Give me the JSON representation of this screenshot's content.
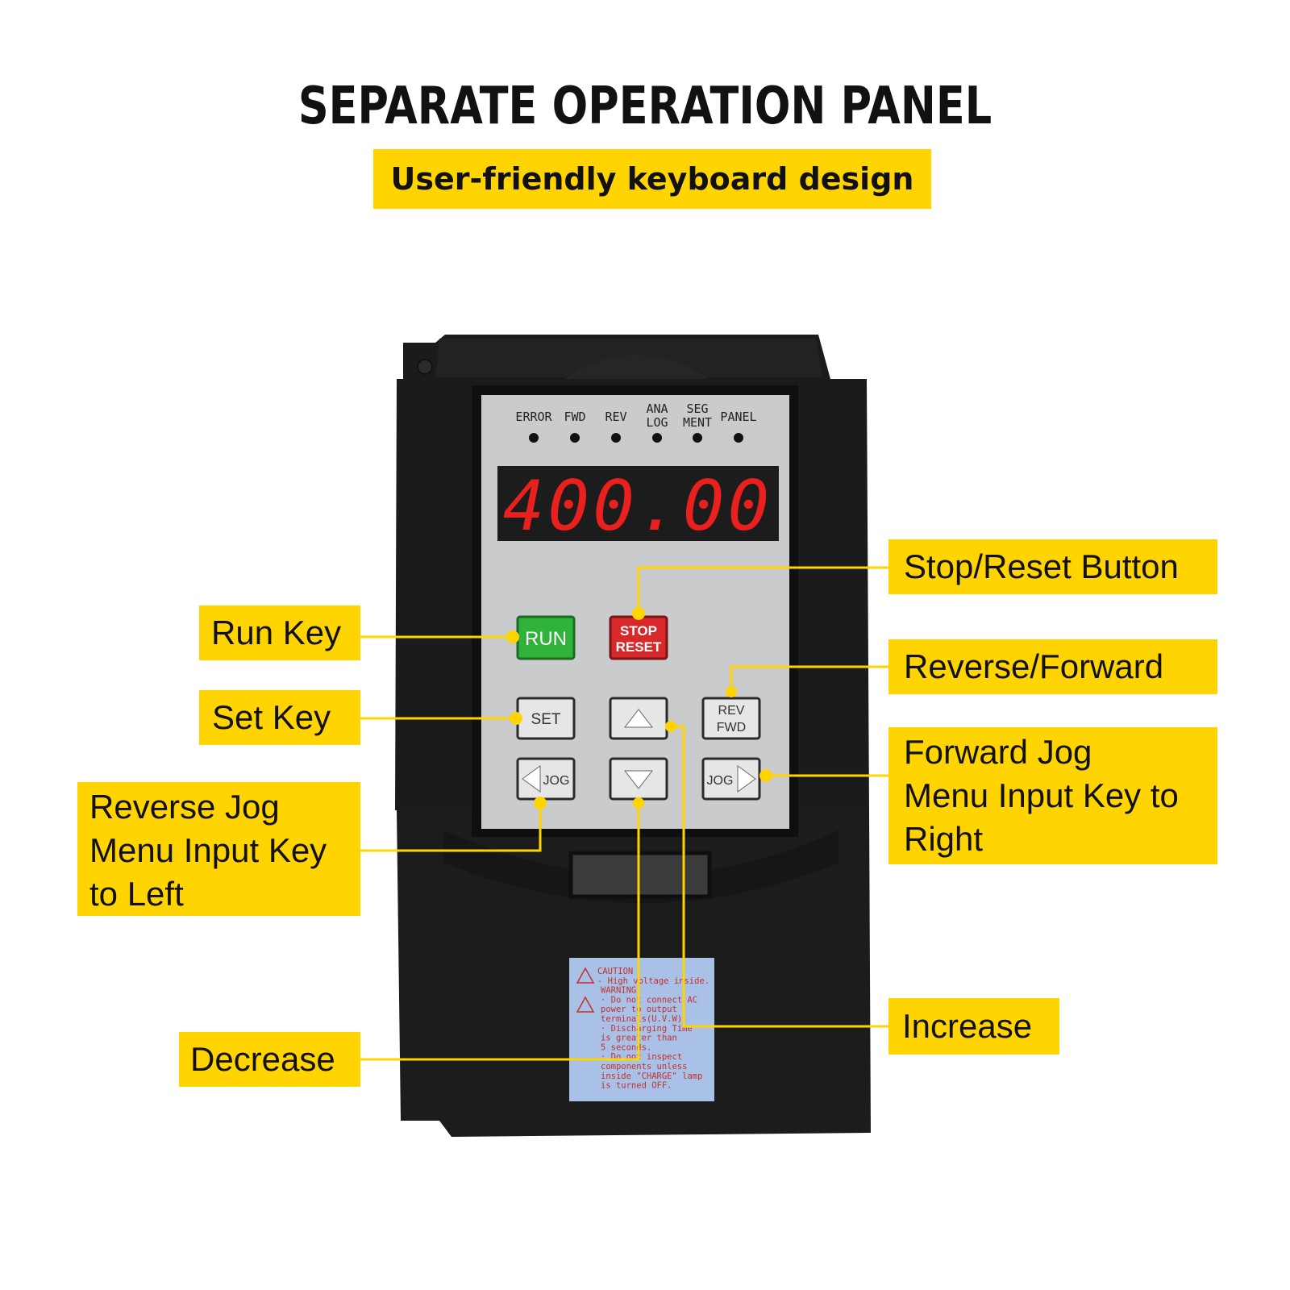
{
  "title": "SEPARATE OPERATION PANEL",
  "subtitle": "User-friendly keyboard design",
  "panel": {
    "indicators": [
      "ERROR",
      "FWD",
      "REV",
      "ANA\nLOG",
      "SEG\nMENT",
      "PANEL"
    ],
    "display_value": "400.00",
    "display_color": "#e8201e",
    "keys": {
      "run": "RUN",
      "stop_line1": "STOP",
      "stop_line2": "RESET",
      "set": "SET",
      "rev_line1": "REV",
      "rev_line2": "FWD",
      "jog_left": "JOG",
      "jog_right": "JOG"
    },
    "warning_label": [
      "CAUTION",
      "- High voltage inside.",
      "WARNING:",
      "· Do not connect AC",
      "  power to output",
      "  terminals(U.V.W)",
      "· Discharging Time",
      "  is greater than",
      "  5 seconds.",
      "· Do not inspect",
      "  components unless",
      "  inside \"CHARGE\" lamp",
      "  is turned OFF."
    ]
  },
  "callouts": {
    "stop_reset": "Stop/Reset Button",
    "run": "Run Key",
    "reverse_forward": "Reverse/Forward",
    "set": "Set Key",
    "forward_jog": "Forward Jog\nMenu Input Key to\nRight",
    "reverse_jog": "Reverse Jog\nMenu Input Key\nto Left",
    "increase": "Increase",
    "decrease": "Decrease"
  },
  "colors": {
    "accent": "#ffd400",
    "body": "#1a1a1a",
    "faceplate": "#c9cbcd",
    "run_key": "#2fb33a",
    "stop_key": "#d8282a",
    "sticker": "#a9c1e6"
  }
}
